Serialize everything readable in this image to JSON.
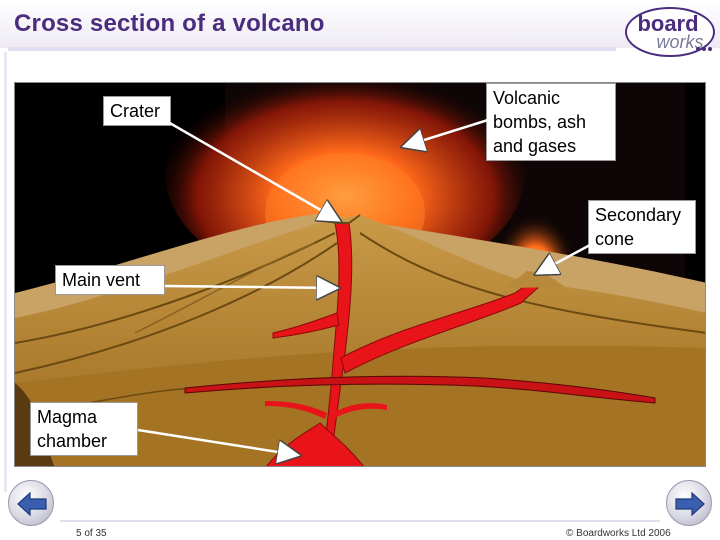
{
  "slide": {
    "title": "Cross section of a volcano"
  },
  "logo": {
    "line1": "board",
    "line2": "works"
  },
  "labels": {
    "crater": "Crater",
    "bombs": "Volcanic\nbombs, ash\nand gases",
    "secondary": "Secondary\ncone",
    "main_vent": "Main vent",
    "magma": "Magma\nchamber"
  },
  "footer": {
    "page": "5 of 35",
    "copyright": "© Boardworks Ltd 2006"
  },
  "nav": {
    "back_icon": "arrow-left-icon",
    "forward_icon": "arrow-right-icon"
  },
  "colors": {
    "title": "#4a2d7e",
    "magma": "#e8141a",
    "ground": "#b07c2a",
    "sky": "#000000"
  }
}
